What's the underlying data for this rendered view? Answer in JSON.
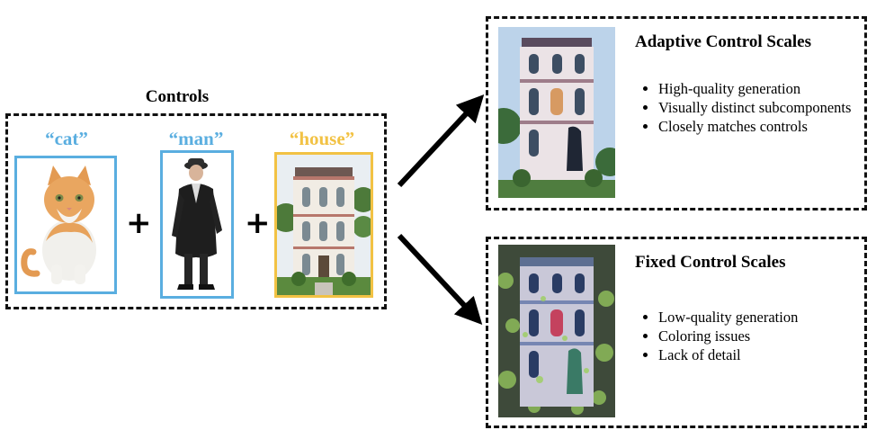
{
  "controls": {
    "title": "Controls",
    "items": [
      {
        "label": "“cat”",
        "color": "#5aaee0"
      },
      {
        "label": "“man”",
        "color": "#5aaee0"
      },
      {
        "label": "“house”",
        "color": "#f2c244"
      }
    ],
    "operator": "+"
  },
  "adaptive": {
    "title": "Adaptive Control Scales",
    "bullets": [
      "High-quality generation",
      "Visually distinct subcomponents",
      "Closely matches controls"
    ]
  },
  "fixed": {
    "title": "Fixed Control Scales",
    "bullets": [
      "Low-quality generation",
      "Coloring issues",
      "Lack of detail"
    ]
  }
}
